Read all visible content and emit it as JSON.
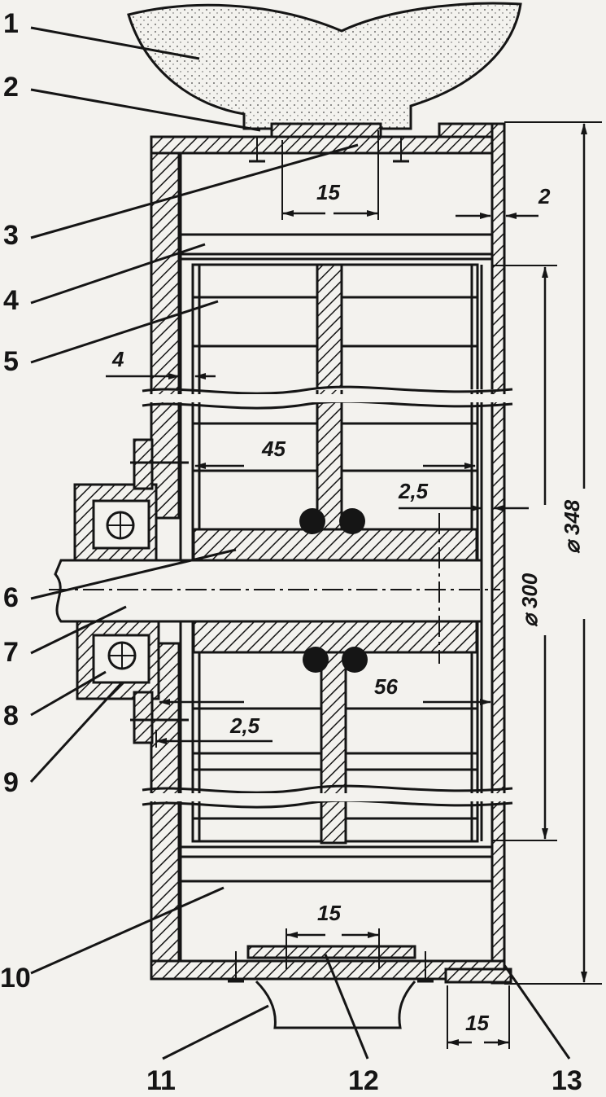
{
  "callouts": [
    "1",
    "2",
    "3",
    "4",
    "5",
    "6",
    "7",
    "8",
    "9",
    "10",
    "11",
    "12",
    "13"
  ],
  "dimensions": {
    "top_slot": "15",
    "wall": "2",
    "gap_left": "4",
    "inner_width": "45",
    "hub_gap": "2,5",
    "diameter_inner": "⌀ 300",
    "diameter_outer": "⌀ 348",
    "bottom_width": "56",
    "flange_gap": "2,5",
    "bottom_slot": "15",
    "right_flange": "15"
  }
}
